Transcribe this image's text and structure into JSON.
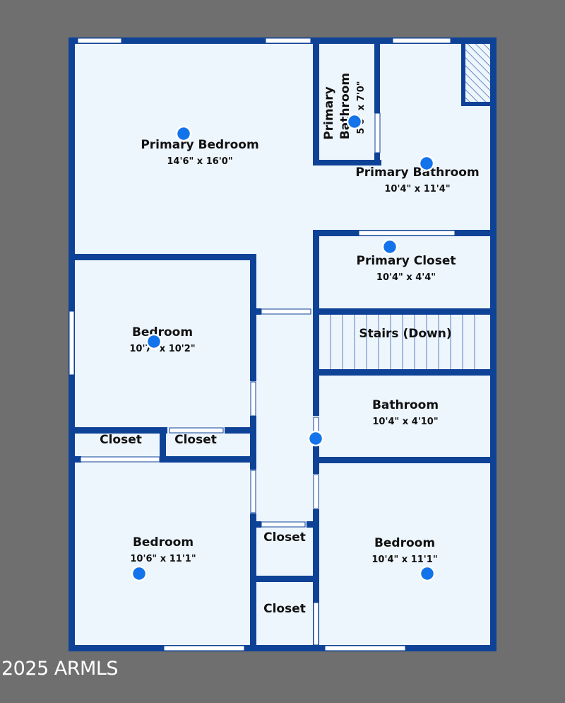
{
  "colors": {
    "background": "#6f6f6f",
    "floor": "#eef6fd",
    "wall": "#0e4297",
    "marker": "#1273ea"
  },
  "rooms": {
    "primary_bedroom": {
      "name": "Primary Bedroom",
      "dims": "14'6\" x 16'0\""
    },
    "primary_bathroom_small": {
      "name_line1": "Primary",
      "name_line2": "Bathroom",
      "dims": "5'0\" x 7'0\""
    },
    "primary_bathroom": {
      "name": "Primary Bathroom",
      "dims": "10'4\" x 11'4\""
    },
    "primary_closet": {
      "name": "Primary Closet",
      "dims": "10'4\" x 4'4\""
    },
    "bedroom_left": {
      "name": "Bedroom",
      "dims": "10'7\" x 10'2\""
    },
    "stairs": {
      "name": "Stairs (Down)"
    },
    "bathroom": {
      "name": "Bathroom",
      "dims": "10'4\" x 4'10\""
    },
    "closet_left_a": {
      "name": "Closet"
    },
    "closet_left_b": {
      "name": "Closet"
    },
    "bedroom_bottom_left": {
      "name": "Bedroom",
      "dims": "10'6\" x 11'1\""
    },
    "closet_center_a": {
      "name": "Closet"
    },
    "closet_center_b": {
      "name": "Closet"
    },
    "bedroom_bottom_right": {
      "name": "Bedroom",
      "dims": "10'4\" x 11'1\""
    }
  },
  "copyright": "2025 ARMLS"
}
